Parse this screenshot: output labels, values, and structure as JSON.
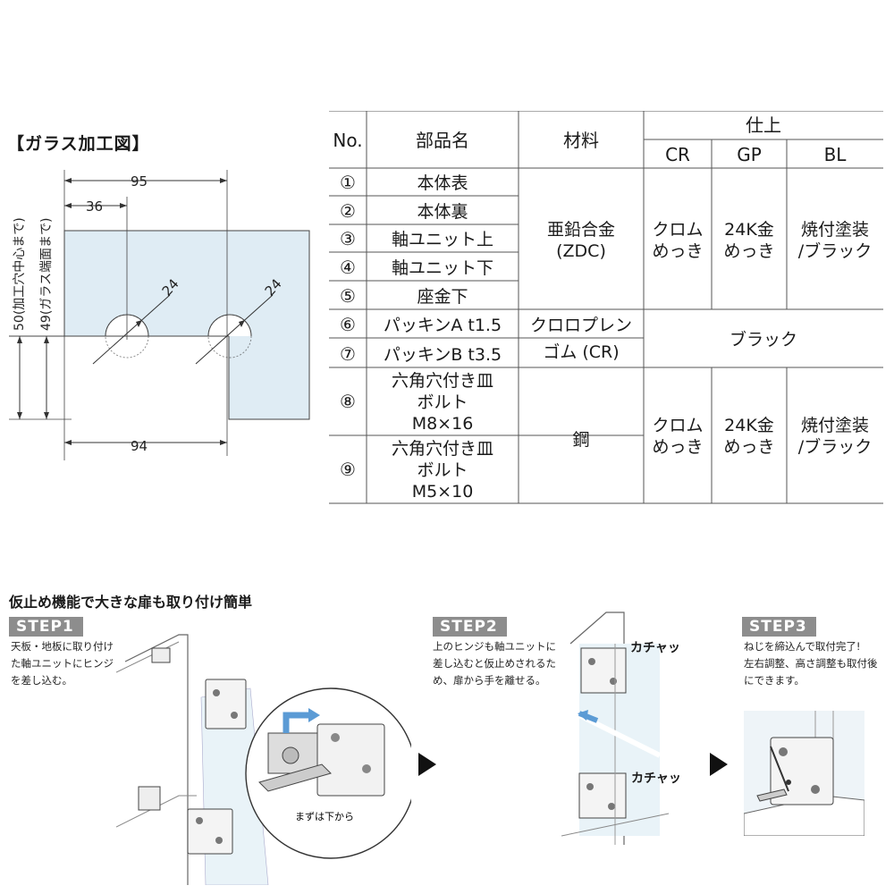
{
  "glass_drawing": {
    "title": "【ガラス加工図】",
    "dims": {
      "top_width": "95",
      "hole_offset": "36",
      "hole_dia_1": "24",
      "hole_dia_2": "24",
      "bottom_width": "94",
      "vertical_50": "50(加工穴中心まで)",
      "vertical_49": "49(ガラス端面まで)"
    },
    "colors": {
      "glass_fill": "#dfecf4",
      "line": "#333333"
    }
  },
  "parts_table": {
    "headers": {
      "no": "No.",
      "part_name": "部品名",
      "material": "材料",
      "finish": "仕上",
      "cr": "CR",
      "gp": "GP",
      "bl": "BL"
    },
    "rows": [
      {
        "no": "①",
        "name": [
          "本体表"
        ]
      },
      {
        "no": "②",
        "name": [
          "本体裏"
        ]
      },
      {
        "no": "③",
        "name": [
          "軸ユニット上"
        ]
      },
      {
        "no": "④",
        "name": [
          "軸ユニット下"
        ]
      },
      {
        "no": "⑤",
        "name": [
          "座金下"
        ]
      },
      {
        "no": "⑥",
        "name": [
          "パッキンA t1.5"
        ]
      },
      {
        "no": "⑦",
        "name": [
          "パッキンB t3.5"
        ]
      },
      {
        "no": "⑧",
        "name": [
          "六角穴付き皿",
          "ボルト",
          "M8×16"
        ]
      },
      {
        "no": "⑨",
        "name": [
          "六角穴付き皿",
          "ボルト",
          "M5×10"
        ]
      }
    ],
    "groups": {
      "g1": {
        "material": [
          "亜鉛合金",
          "(ZDC)"
        ],
        "cr": [
          "クロム",
          "めっき"
        ],
        "gp": [
          "24K金",
          "めっき"
        ],
        "bl": [
          "焼付塗装",
          "/ブラック"
        ]
      },
      "g2": {
        "material": [
          "クロロプレン",
          "ゴム (CR)"
        ],
        "finish": "ブラック"
      },
      "g3": {
        "material": [
          "鋼"
        ],
        "cr": [
          "クロム",
          "めっき"
        ],
        "gp": [
          "24K金",
          "めっき"
        ],
        "bl": [
          "焼付塗装",
          "/ブラック"
        ]
      }
    }
  },
  "install": {
    "title": "仮止め機能で大きな扉も取り付け簡単",
    "step1": {
      "badge": "STEP1",
      "lines": [
        "天板・地板に取り付け",
        "た軸ユニットにヒンジ",
        "を差し込む。"
      ],
      "caption": "まずは下から"
    },
    "step2": {
      "badge": "STEP2",
      "lines": [
        "上のヒンジも軸ユニットに",
        "差し込むと仮止めされるた",
        "め、扉から手を離せる。"
      ],
      "sound_top": "カチャッ",
      "sound_bottom": "カチャッ"
    },
    "step3": {
      "badge": "STEP3",
      "lines": [
        "ねじを締込んで取付完了!",
        "左右調整、高さ調整も取付後",
        "にできます。"
      ]
    },
    "colors": {
      "badge": "#8d8d8d",
      "arrow_blue": "#5b9bd5",
      "glass": "#e9f3f8"
    }
  }
}
